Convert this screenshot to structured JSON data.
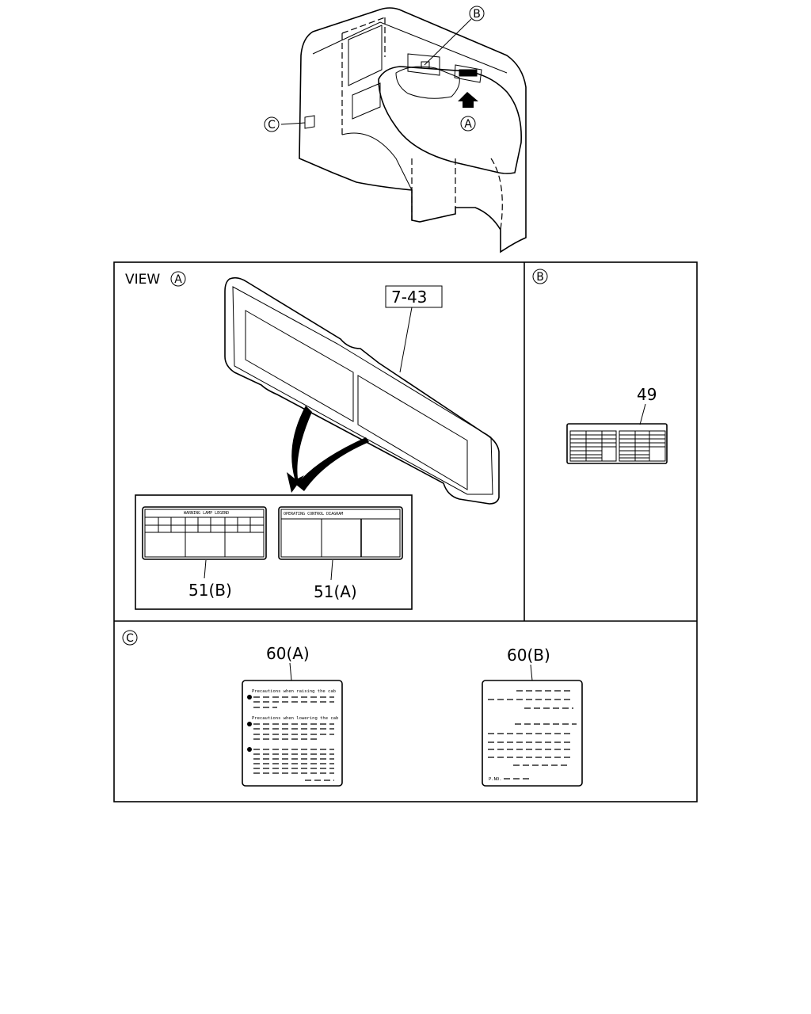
{
  "callouts": {
    "a": "A",
    "b": "B",
    "c": "C"
  },
  "view_a": {
    "heading": "VIEW",
    "ref_box": "7-43",
    "label_51b": "51(B)",
    "label_51a": "51(A)",
    "decal_51b_title": "WARNING LAMP LEGEND",
    "decal_51a_title": "OPERATING CONTROL DIAGRAM"
  },
  "view_b": {
    "label_49": "49"
  },
  "view_c": {
    "label_60a": "60(A)",
    "label_60b": "60(B)",
    "decal_60a_heading1": "Precautions when raising the cab",
    "decal_60a_heading2": "Precautions when lowering the cab",
    "decal_60b_footer": "P.NO."
  }
}
